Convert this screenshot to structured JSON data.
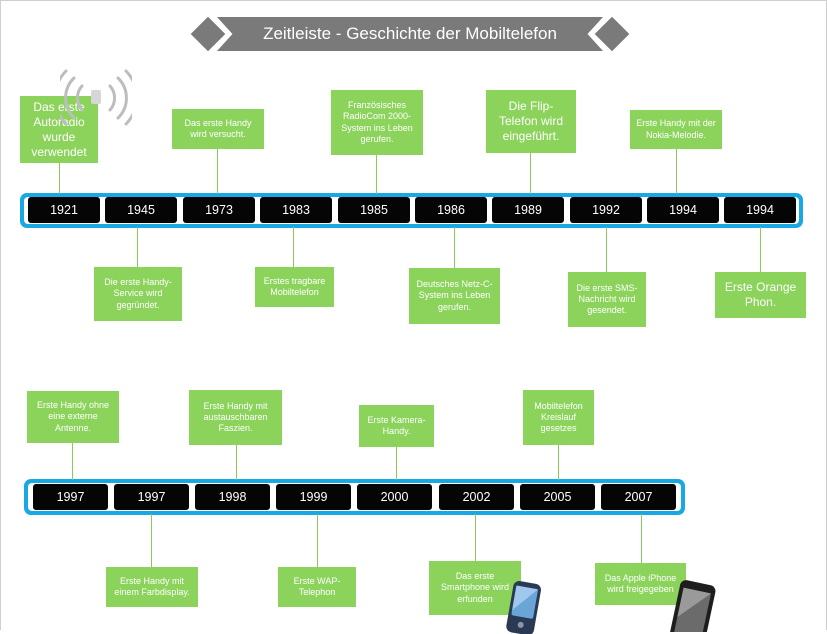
{
  "title": "Zeitleiste - Geschichte der Mobiltelefon",
  "row1": {
    "years": [
      "1921",
      "1945",
      "1973",
      "1983",
      "1985",
      "1986",
      "1989",
      "1992",
      "1994",
      "1994"
    ],
    "top_events": [
      {
        "year_index": 0,
        "text": "Das erste Autoradio wurde verwendet"
      },
      {
        "year_index": 2,
        "text": "Das erste Handy wird versucht."
      },
      {
        "year_index": 4,
        "text": "Französisches RadioCom 2000-System ins Leben gerufen."
      },
      {
        "year_index": 6,
        "text": "Die Flip-Telefon wird eingeführt."
      },
      {
        "year_index": 8,
        "text": "Erste Handy mit der Nokia-Melodie."
      }
    ],
    "bottom_events": [
      {
        "year_index": 1,
        "text": "Die erste Handy-Service wird gegründet."
      },
      {
        "year_index": 3,
        "text": "Erstes tragbare Mobiltelefon"
      },
      {
        "year_index": 5,
        "text": "Deutsches Netz-C-System ins Leben gerufen."
      },
      {
        "year_index": 7,
        "text": "Die erste SMS-Nachricht wird gesendet."
      },
      {
        "year_index": 9,
        "text": "Erste Orange Phon."
      }
    ]
  },
  "row2": {
    "years": [
      "1997",
      "1997",
      "1998",
      "1999",
      "2000",
      "2002",
      "2005",
      "2007"
    ],
    "top_events": [
      {
        "year_index": 0,
        "text": "Erste Handy ohne eine externe Antenne."
      },
      {
        "year_index": 2,
        "text": "Erste Handy mit austauschbaren Faszien."
      },
      {
        "year_index": 4,
        "text": "Erste Kamera-Handy."
      },
      {
        "year_index": 6,
        "text": "Mobiltelefon Kreislauf gesetzes"
      }
    ],
    "bottom_events": [
      {
        "year_index": 1,
        "text": "Erste Handy mit einem Farbdisplay."
      },
      {
        "year_index": 3,
        "text": "Erste WAP-Telephon"
      },
      {
        "year_index": 5,
        "text": "Das erste Smartphone wird erfunden"
      },
      {
        "year_index": 7,
        "text": "Das Apple iPhone wird freigegeben"
      }
    ]
  },
  "colors": {
    "bar": "#18a9e4",
    "box": "#8cd35c",
    "year": "#050505",
    "banner": "#7a7a7a"
  },
  "icons": [
    "radio-antenna-icon",
    "flip-phone-icon",
    "smartphone-icon"
  ]
}
